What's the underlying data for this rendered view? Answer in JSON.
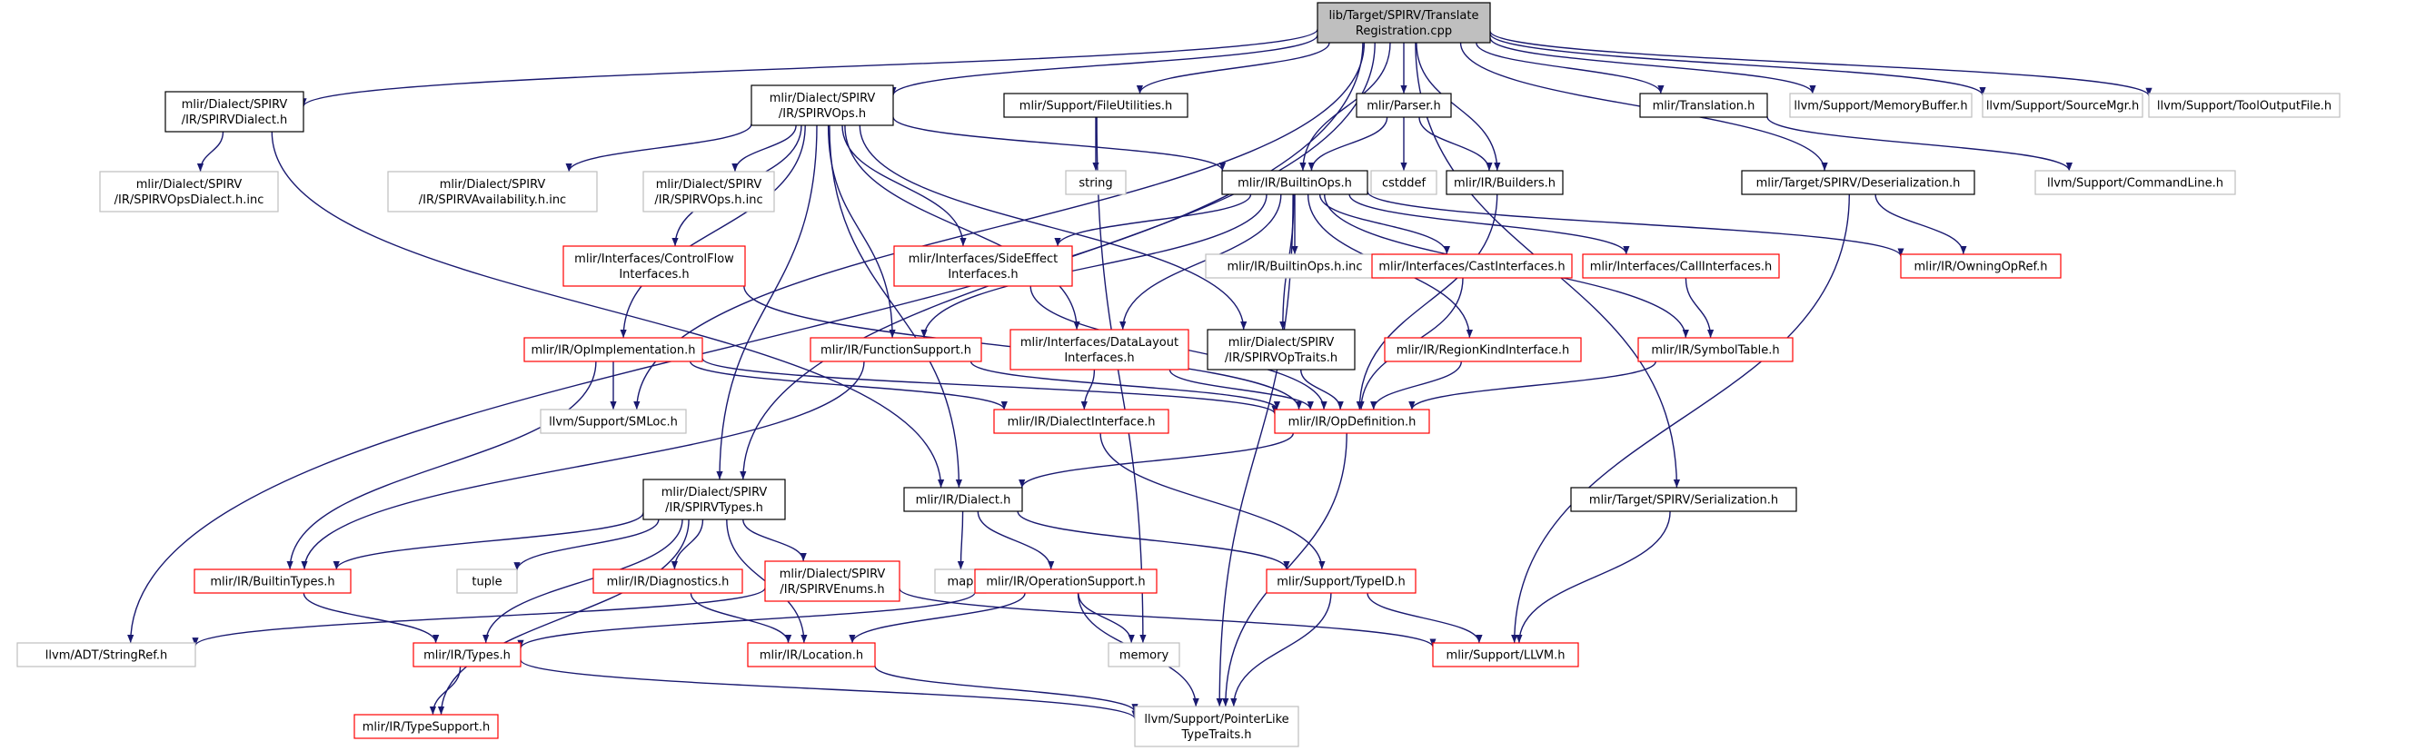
{
  "graph": {
    "root": "root",
    "colors": {
      "root_fill": "#bfbfbf",
      "node_fill": "#ffffff",
      "border_documented": "#000000",
      "border_truncated": "#ff0000",
      "border_external": "#bfbfbf",
      "edge": "#191970",
      "edge_from_root": "#191970"
    },
    "nodes": [
      {
        "id": "root",
        "lines": [
          "lib/Target/SPIRV/Translate",
          "Registration.cpp"
        ],
        "kind": "root"
      },
      {
        "id": "spirvdialect",
        "lines": [
          "mlir/Dialect/SPIRV",
          "/IR/SPIRVDialect.h"
        ],
        "kind": "documented"
      },
      {
        "id": "spirvops",
        "lines": [
          "mlir/Dialect/SPIRV",
          "/IR/SPIRVOps.h"
        ],
        "kind": "documented"
      },
      {
        "id": "fileutilities",
        "lines": [
          "mlir/Support/FileUtilities.h"
        ],
        "kind": "documented"
      },
      {
        "id": "parser",
        "lines": [
          "mlir/Parser.h"
        ],
        "kind": "documented"
      },
      {
        "id": "translation",
        "lines": [
          "mlir/Translation.h"
        ],
        "kind": "documented"
      },
      {
        "id": "memorybuffer",
        "lines": [
          "llvm/Support/MemoryBuffer.h"
        ],
        "kind": "external"
      },
      {
        "id": "sourcemgr",
        "lines": [
          "llvm/Support/SourceMgr.h"
        ],
        "kind": "external"
      },
      {
        "id": "tooloutputfile",
        "lines": [
          "llvm/Support/ToolOutputFile.h"
        ],
        "kind": "external"
      },
      {
        "id": "spirvopsdialectinc",
        "lines": [
          "mlir/Dialect/SPIRV",
          "/IR/SPIRVOpsDialect.h.inc"
        ],
        "kind": "external"
      },
      {
        "id": "availabilityinc",
        "lines": [
          "mlir/Dialect/SPIRV",
          "/IR/SPIRVAvailability.h.inc"
        ],
        "kind": "external"
      },
      {
        "id": "spirvopsinc",
        "lines": [
          "mlir/Dialect/SPIRV",
          "/IR/SPIRVOps.h.inc"
        ],
        "kind": "external"
      },
      {
        "id": "string",
        "lines": [
          "string"
        ],
        "kind": "external"
      },
      {
        "id": "builtinops",
        "lines": [
          "mlir/IR/BuiltinOps.h"
        ],
        "kind": "documented"
      },
      {
        "id": "cstddef",
        "lines": [
          "cstddef"
        ],
        "kind": "external"
      },
      {
        "id": "builders",
        "lines": [
          "mlir/IR/Builders.h"
        ],
        "kind": "documented"
      },
      {
        "id": "deserialization",
        "lines": [
          "mlir/Target/SPIRV/Deserialization.h"
        ],
        "kind": "documented"
      },
      {
        "id": "commandline",
        "lines": [
          "llvm/Support/CommandLine.h"
        ],
        "kind": "external"
      },
      {
        "id": "controlflow",
        "lines": [
          "mlir/Interfaces/ControlFlow",
          "Interfaces.h"
        ],
        "kind": "truncated"
      },
      {
        "id": "sideeffect",
        "lines": [
          "mlir/Interfaces/SideEffect",
          "Interfaces.h"
        ],
        "kind": "truncated"
      },
      {
        "id": "builtinopsinc",
        "lines": [
          "mlir/IR/BuiltinOps.h.inc"
        ],
        "kind": "external"
      },
      {
        "id": "castinterfaces",
        "lines": [
          "mlir/Interfaces/CastInterfaces.h"
        ],
        "kind": "truncated"
      },
      {
        "id": "callinterfaces",
        "lines": [
          "mlir/Interfaces/CallInterfaces.h"
        ],
        "kind": "truncated"
      },
      {
        "id": "owningopref",
        "lines": [
          "mlir/IR/OwningOpRef.h"
        ],
        "kind": "truncated"
      },
      {
        "id": "opimplementation",
        "lines": [
          "mlir/IR/OpImplementation.h"
        ],
        "kind": "truncated"
      },
      {
        "id": "functionsupport",
        "lines": [
          "mlir/IR/FunctionSupport.h"
        ],
        "kind": "truncated"
      },
      {
        "id": "datalayout",
        "lines": [
          "mlir/Interfaces/DataLayout",
          "Interfaces.h"
        ],
        "kind": "truncated"
      },
      {
        "id": "spirvoptraits",
        "lines": [
          "mlir/Dialect/SPIRV",
          "/IR/SPIRVOpTraits.h"
        ],
        "kind": "documented"
      },
      {
        "id": "regionkind",
        "lines": [
          "mlir/IR/RegionKindInterface.h"
        ],
        "kind": "truncated"
      },
      {
        "id": "symboltable",
        "lines": [
          "mlir/IR/SymbolTable.h"
        ],
        "kind": "truncated"
      },
      {
        "id": "smloc",
        "lines": [
          "llvm/Support/SMLoc.h"
        ],
        "kind": "external"
      },
      {
        "id": "dialectinterface",
        "lines": [
          "mlir/IR/DialectInterface.h"
        ],
        "kind": "truncated"
      },
      {
        "id": "opdefinition",
        "lines": [
          "mlir/IR/OpDefinition.h"
        ],
        "kind": "truncated"
      },
      {
        "id": "spirvtypes",
        "lines": [
          "mlir/Dialect/SPIRV",
          "/IR/SPIRVTypes.h"
        ],
        "kind": "documented"
      },
      {
        "id": "dialect",
        "lines": [
          "mlir/IR/Dialect.h"
        ],
        "kind": "documented"
      },
      {
        "id": "serialization",
        "lines": [
          "mlir/Target/SPIRV/Serialization.h"
        ],
        "kind": "documented"
      },
      {
        "id": "builtintypes",
        "lines": [
          "mlir/IR/BuiltinTypes.h"
        ],
        "kind": "truncated"
      },
      {
        "id": "tuple",
        "lines": [
          "tuple"
        ],
        "kind": "external"
      },
      {
        "id": "diagnostics",
        "lines": [
          "mlir/IR/Diagnostics.h"
        ],
        "kind": "truncated"
      },
      {
        "id": "spirvenums",
        "lines": [
          "mlir/Dialect/SPIRV",
          "/IR/SPIRVEnums.h"
        ],
        "kind": "truncated"
      },
      {
        "id": "map",
        "lines": [
          "map"
        ],
        "kind": "external"
      },
      {
        "id": "operationsupport",
        "lines": [
          "mlir/IR/OperationSupport.h"
        ],
        "kind": "truncated"
      },
      {
        "id": "typeid",
        "lines": [
          "mlir/Support/TypeID.h"
        ],
        "kind": "truncated"
      },
      {
        "id": "stringref",
        "lines": [
          "llvm/ADT/StringRef.h"
        ],
        "kind": "external"
      },
      {
        "id": "types",
        "lines": [
          "mlir/IR/Types.h"
        ],
        "kind": "truncated"
      },
      {
        "id": "location",
        "lines": [
          "mlir/IR/Location.h"
        ],
        "kind": "truncated"
      },
      {
        "id": "memory",
        "lines": [
          "memory"
        ],
        "kind": "external"
      },
      {
        "id": "llvm",
        "lines": [
          "mlir/Support/LLVM.h"
        ],
        "kind": "truncated"
      },
      {
        "id": "typesupport",
        "lines": [
          "mlir/IR/TypeSupport.h"
        ],
        "kind": "truncated"
      },
      {
        "id": "pointerlike",
        "lines": [
          "llvm/Support/PointerLike",
          "TypeTraits.h"
        ],
        "kind": "external"
      }
    ],
    "edges": [
      [
        "root",
        "spirvdialect"
      ],
      [
        "root",
        "spirvops"
      ],
      [
        "root",
        "fileutilities"
      ],
      [
        "root",
        "parser"
      ],
      [
        "root",
        "translation"
      ],
      [
        "root",
        "memorybuffer"
      ],
      [
        "root",
        "sourcemgr"
      ],
      [
        "root",
        "tooloutputfile"
      ],
      [
        "root",
        "builtinops"
      ],
      [
        "root",
        "builders"
      ],
      [
        "root",
        "deserialization"
      ],
      [
        "root",
        "serialization"
      ],
      [
        "root",
        "stringref"
      ],
      [
        "root",
        "smloc"
      ],
      [
        "root",
        "spirvtypes"
      ],
      [
        "spirvdialect",
        "spirvopsdialectinc"
      ],
      [
        "spirvdialect",
        "dialect"
      ],
      [
        "spirvops",
        "availabilityinc"
      ],
      [
        "spirvops",
        "spirvopsinc"
      ],
      [
        "spirvops",
        "builtinops"
      ],
      [
        "spirvops",
        "controlflow"
      ],
      [
        "spirvops",
        "sideeffect"
      ],
      [
        "spirvops",
        "opimplementation"
      ],
      [
        "spirvops",
        "spirvoptraits"
      ],
      [
        "spirvops",
        "datalayout"
      ],
      [
        "spirvops",
        "spirvtypes"
      ],
      [
        "spirvops",
        "dialect"
      ],
      [
        "spirvops",
        "functionsupport"
      ],
      [
        "fileutilities",
        "string"
      ],
      [
        "fileutilities",
        "memory"
      ],
      [
        "parser",
        "builtinops"
      ],
      [
        "parser",
        "cstddef"
      ],
      [
        "parser",
        "builders"
      ],
      [
        "translation",
        "commandline"
      ],
      [
        "deserialization",
        "owningopref"
      ],
      [
        "deserialization",
        "llvm"
      ],
      [
        "builders",
        "opdefinition"
      ],
      [
        "builtinops",
        "builtinopsinc"
      ],
      [
        "builtinops",
        "sideeffect"
      ],
      [
        "builtinops",
        "castinterfaces"
      ],
      [
        "builtinops",
        "callinterfaces"
      ],
      [
        "builtinops",
        "owningopref"
      ],
      [
        "builtinops",
        "symboltable"
      ],
      [
        "builtinops",
        "regionkind"
      ],
      [
        "builtinops",
        "functionsupport"
      ],
      [
        "builtinops",
        "spirvoptraits"
      ],
      [
        "builtinops",
        "datalayout"
      ],
      [
        "builtinops",
        "pointerlike"
      ],
      [
        "controlflow",
        "opdefinition"
      ],
      [
        "sideeffect",
        "opdefinition"
      ],
      [
        "castinterfaces",
        "opdefinition"
      ],
      [
        "callinterfaces",
        "symboltable"
      ],
      [
        "regionkind",
        "opdefinition"
      ],
      [
        "symboltable",
        "opdefinition"
      ],
      [
        "spirvoptraits",
        "opdefinition"
      ],
      [
        "opimplementation",
        "smloc"
      ],
      [
        "opimplementation",
        "opdefinition"
      ],
      [
        "opimplementation",
        "builtintypes"
      ],
      [
        "opimplementation",
        "dialectinterface"
      ],
      [
        "functionsupport",
        "opdefinition"
      ],
      [
        "functionsupport",
        "builtintypes"
      ],
      [
        "datalayout",
        "dialectinterface"
      ],
      [
        "datalayout",
        "opdefinition"
      ],
      [
        "dialectinterface",
        "typeid"
      ],
      [
        "opdefinition",
        "dialect"
      ],
      [
        "opdefinition",
        "pointerlike"
      ],
      [
        "spirvtypes",
        "builtintypes"
      ],
      [
        "spirvtypes",
        "tuple"
      ],
      [
        "spirvtypes",
        "diagnostics"
      ],
      [
        "spirvtypes",
        "spirvenums"
      ],
      [
        "spirvtypes",
        "types"
      ],
      [
        "spirvtypes",
        "typesupport"
      ],
      [
        "spirvtypes",
        "location"
      ],
      [
        "dialect",
        "map"
      ],
      [
        "dialect",
        "operationsupport"
      ],
      [
        "dialect",
        "typeid"
      ],
      [
        "serialization",
        "llvm"
      ],
      [
        "builtintypes",
        "types"
      ],
      [
        "diagnostics",
        "location"
      ],
      [
        "spirvenums",
        "stringref"
      ],
      [
        "spirvenums",
        "llvm"
      ],
      [
        "operationsupport",
        "types"
      ],
      [
        "operationsupport",
        "location"
      ],
      [
        "operationsupport",
        "memory"
      ],
      [
        "operationsupport",
        "pointerlike"
      ],
      [
        "typeid",
        "llvm"
      ],
      [
        "typeid",
        "pointerlike"
      ],
      [
        "types",
        "typesupport"
      ],
      [
        "types",
        "pointerlike"
      ],
      [
        "location",
        "pointerlike"
      ]
    ]
  }
}
